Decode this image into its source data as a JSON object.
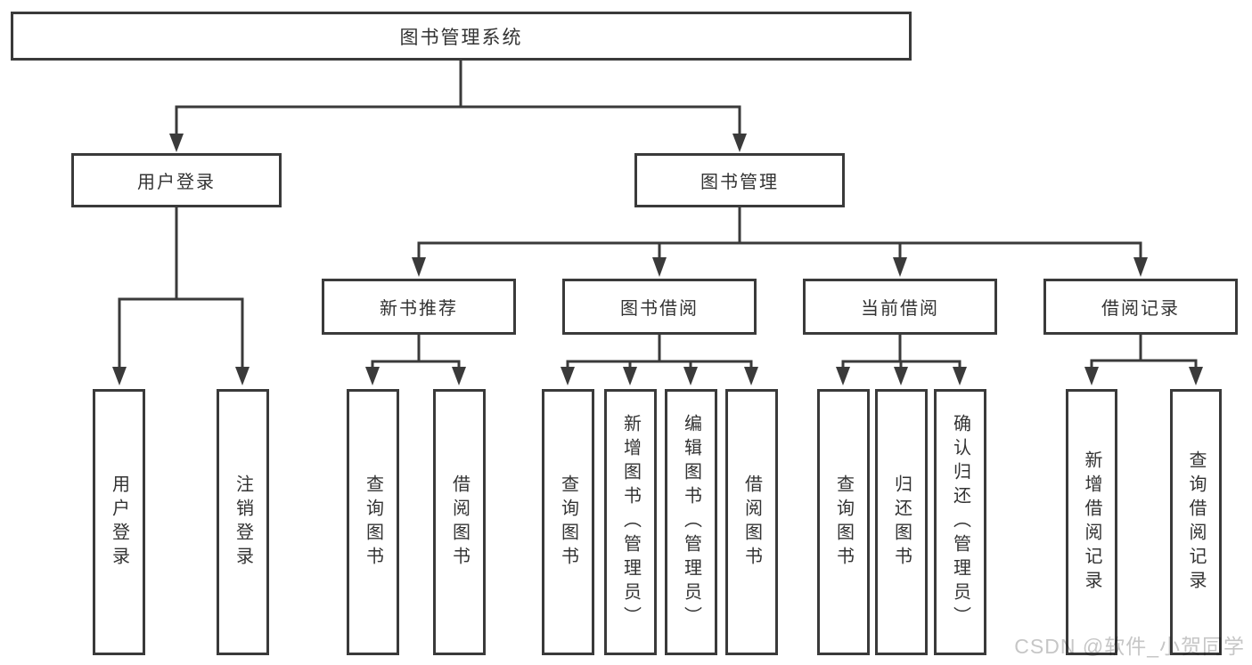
{
  "diagram": {
    "type": "hierarchy-tree",
    "tree": {
      "root": {
        "label": "图书管理系统",
        "children": [
          {
            "label": "用户登录",
            "children": [
              {
                "label": "用户登录"
              },
              {
                "label": "注销登录"
              }
            ]
          },
          {
            "label": "图书管理",
            "children": [
              {
                "label": "新书推荐",
                "children": [
                  {
                    "label": "查询图书"
                  },
                  {
                    "label": "借阅图书"
                  }
                ]
              },
              {
                "label": "图书借阅",
                "children": [
                  {
                    "label": "查询图书"
                  },
                  {
                    "label": "新增图书（管理员）"
                  },
                  {
                    "label": "编辑图书（管理员）"
                  },
                  {
                    "label": "借阅图书"
                  }
                ]
              },
              {
                "label": "当前借阅",
                "children": [
                  {
                    "label": "查询图书"
                  },
                  {
                    "label": "归还图书"
                  },
                  {
                    "label": "确认归还（管理员）"
                  }
                ]
              },
              {
                "label": "借阅记录",
                "children": [
                  {
                    "label": "新增借阅记录"
                  },
                  {
                    "label": "查询借阅记录"
                  }
                ]
              }
            ]
          }
        ]
      }
    }
  },
  "watermark": {
    "text": "CSDN @软件_小贺同学"
  },
  "colors": {
    "background": "#ffffff",
    "line": "#3a3a3a",
    "box_border": "#3a3a3a",
    "text": "#333333",
    "watermark_text": "#c6c6c6"
  }
}
